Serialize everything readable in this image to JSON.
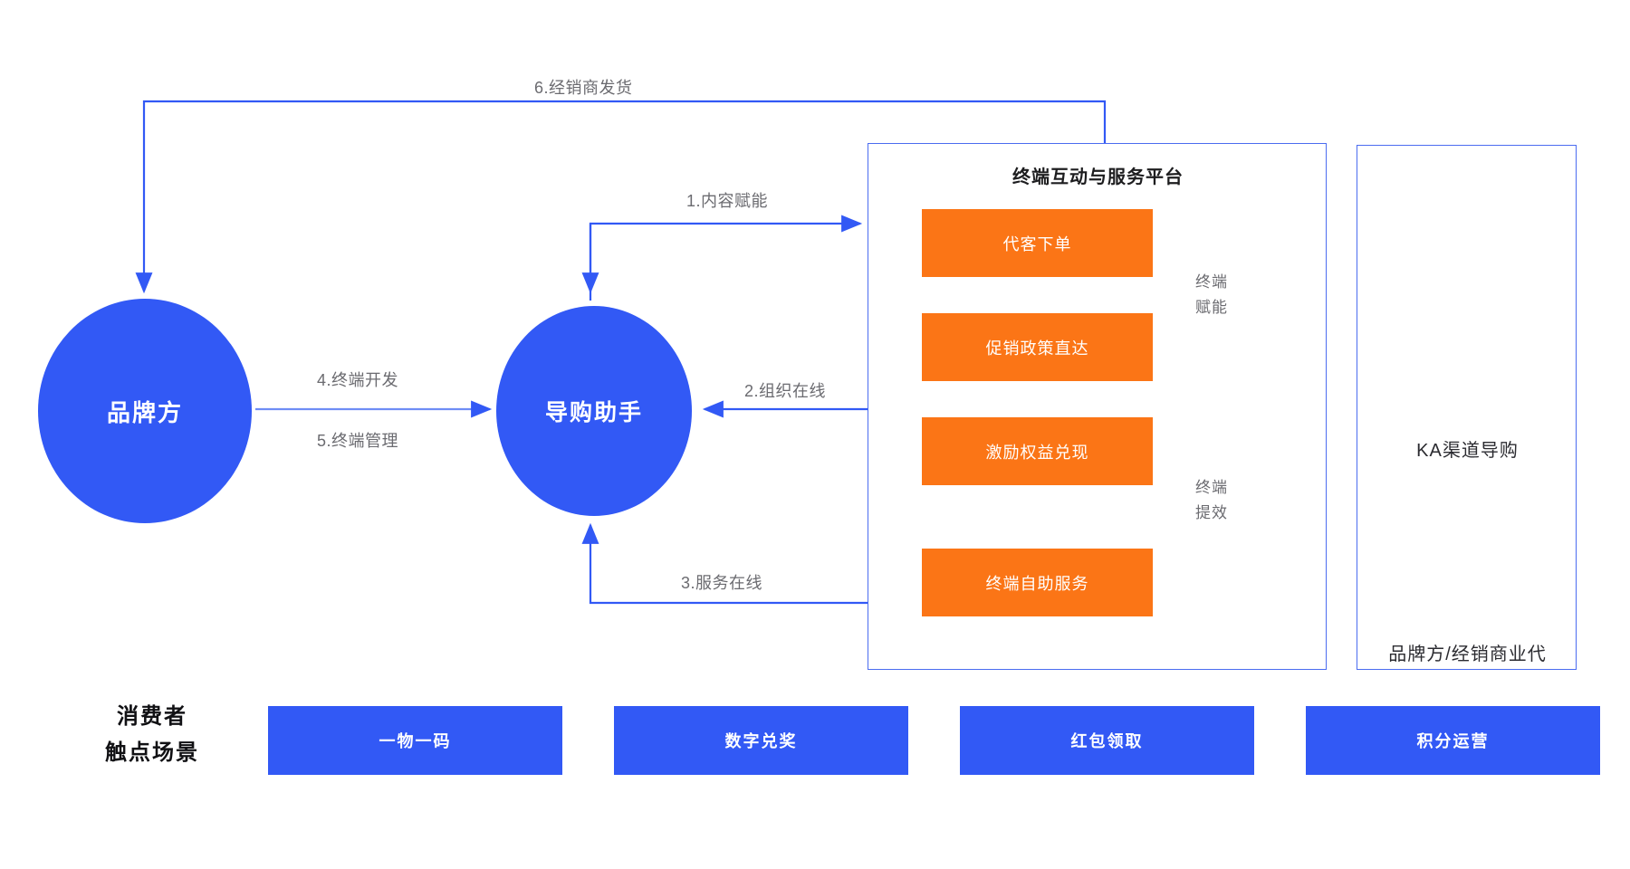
{
  "diagram": {
    "title_visible": false,
    "colors": {
      "blue": "#3259F5",
      "blue_stroke": "#4b6cf0",
      "orange": "#FB7516",
      "label_gray": "#6b6b70"
    },
    "nodes": {
      "brand": "品牌方",
      "assistant": "导购助手"
    },
    "platform": {
      "title": "终端互动与服务平台",
      "functions": [
        "代客下单",
        "促销政策直达",
        "激励权益兑现",
        "终端自助服务"
      ],
      "side_labels": [
        {
          "line1": "终端",
          "line2": "赋能"
        },
        {
          "line1": "终端",
          "line2": "提效"
        }
      ]
    },
    "ka_panel": {
      "lines": [
        "KA渠道导购",
        "品牌方/经销商业代"
      ]
    },
    "edges": [
      {
        "id": "e6",
        "label": "6.经销商发货"
      },
      {
        "id": "e1",
        "label": "1.内容赋能"
      },
      {
        "id": "e2",
        "label": "2.组织在线"
      },
      {
        "id": "e3",
        "label": "3.服务在线"
      },
      {
        "id": "e4",
        "label": "4.终端开发"
      },
      {
        "id": "e5",
        "label": "5.终端管理"
      }
    ],
    "touchpoints": {
      "title_line1": "消费者",
      "title_line2": "触点场景",
      "items": [
        "一物一码",
        "数字兑奖",
        "红包领取",
        "积分运营"
      ]
    }
  }
}
